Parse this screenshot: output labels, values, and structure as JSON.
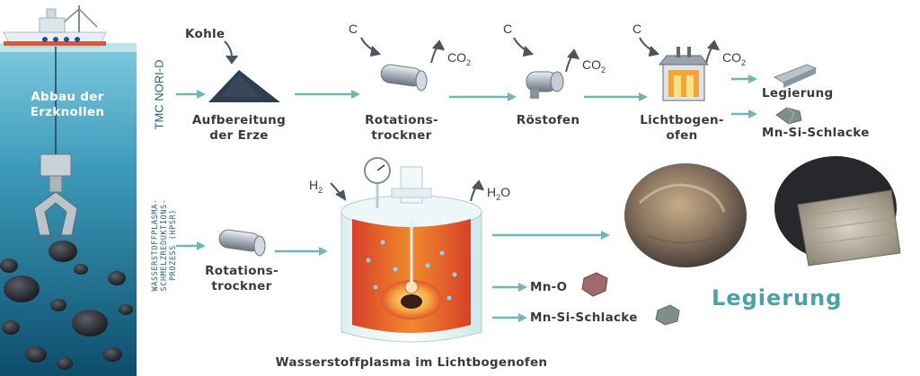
{
  "sea_panel": {
    "title_line1": "Abbau der",
    "title_line2": "Erzknollen"
  },
  "top_process": {
    "vertical_label": "TMC NORI-D",
    "input_label": "Kohle",
    "reducer": "C",
    "co2_main": "CO",
    "co2_sub": "2",
    "step1_line1": "Aufbereitung",
    "step1_line2": "der Erze",
    "step2_line1": "Rotations-",
    "step2_line2": "trockner",
    "step3": "Röstofen",
    "step4_line1": "Lichtbogen-",
    "step4_line2": "ofen",
    "output_alloy": "Legierung",
    "output_slag": "Mn-Si-Schlacke"
  },
  "bottom_process": {
    "vertical_line1": "WASSERSTOFFPLASMA-",
    "vertical_line2": "SCHMELZREDUKTIONS-",
    "vertical_line3": "PROZESS (HPSR)",
    "dryer_line1": "Rotations-",
    "dryer_line2": "trockner",
    "h2_main": "H",
    "h2_sub": "2",
    "h2o_main": "H",
    "h2o_sub": "2",
    "h2o_tail": "O",
    "furnace_label": "Wasserstoffplasma im Lichtbogenofen",
    "out_mno": "Mn-O",
    "out_slag": "Mn-Si-Schlacke",
    "alloy_big": "Legierung"
  },
  "colors": {
    "arrow_teal": "#6fb7b3",
    "sea_top": "#6ec1d6",
    "sea_bottom": "#0f5775",
    "label_grey": "#3a3a3a",
    "alloy_text": "#4aa3a3"
  }
}
